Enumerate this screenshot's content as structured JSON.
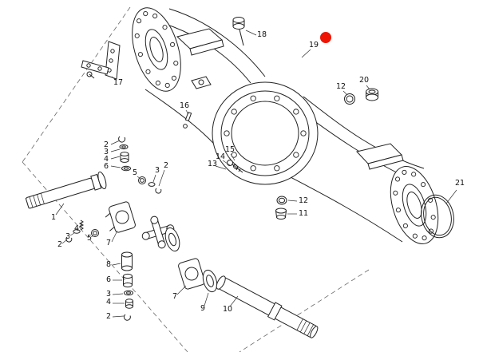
{
  "colors": {
    "line": "#222222",
    "leader": "#333333",
    "background": "#ffffff",
    "highlight": "#ee1505"
  },
  "callouts": [
    {
      "label": "1"
    },
    {
      "label": "2"
    },
    {
      "label": "3"
    },
    {
      "label": "4"
    },
    {
      "label": "6"
    },
    {
      "label": "5"
    },
    {
      "label": "3"
    },
    {
      "label": "2"
    },
    {
      "label": "4"
    },
    {
      "label": "3"
    },
    {
      "label": "2"
    },
    {
      "label": "5"
    },
    {
      "label": "7"
    },
    {
      "label": "8"
    },
    {
      "label": "6"
    },
    {
      "label": "3"
    },
    {
      "label": "4"
    },
    {
      "label": "2"
    },
    {
      "label": "7"
    },
    {
      "label": "9"
    },
    {
      "label": "10"
    },
    {
      "label": "11"
    },
    {
      "label": "12"
    },
    {
      "label": "13"
    },
    {
      "label": "14"
    },
    {
      "label": "15"
    },
    {
      "label": "16"
    },
    {
      "label": "17"
    },
    {
      "label": "18"
    },
    {
      "label": "19"
    },
    {
      "label": "12"
    },
    {
      "label": "20"
    },
    {
      "label": "21"
    }
  ]
}
